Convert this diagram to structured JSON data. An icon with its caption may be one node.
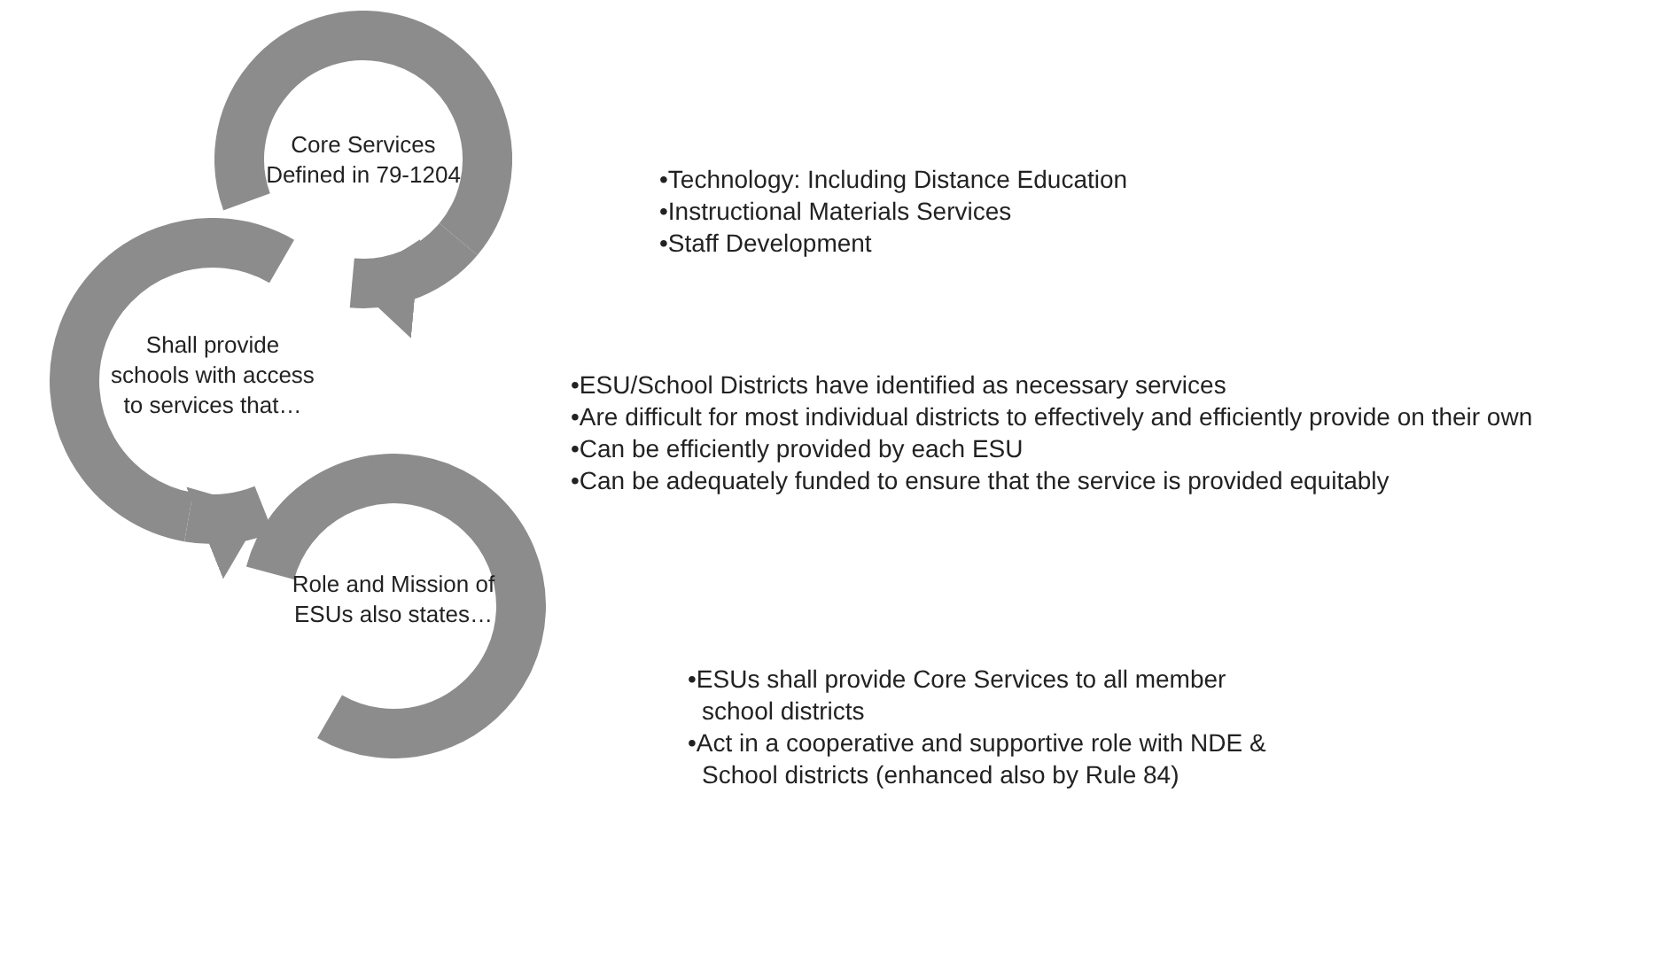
{
  "diagram": {
    "nodes": [
      {
        "text": [
          "Core Services Defined in 79-1204"
        ],
        "beside": [
          "•Technology: Including Distance Education",
          "•Instructional Materials Services",
          "•Staff Development"
        ]
      },
      {
        "text": [
          "Shall provide schools with access to services  that…"
        ],
        "beside": [
          "•ESU/School Districts have identified as necessary services",
          "•Are difficult for most individual districts to effectively and efficiently provide on their own",
          "•Can be efficiently provided by each ESU",
          "•Can be adequately funded to ensure that the service is provided equitably"
        ]
      },
      {
        "text": [
          "Role and Mission of ESUs also states…"
        ],
        "beside": [
          "•ESUs shall provide Core Services to all member school districts",
          "•Act in a cooperative and supportive role with NDE & School districts (enhanced also by Rule 84)"
        ]
      }
    ],
    "edges": [
      {
        "from": 0,
        "to": 1,
        "arrow": "to"
      },
      {
        "from": 1,
        "to": 2,
        "arrow": "to"
      }
    ]
  }
}
